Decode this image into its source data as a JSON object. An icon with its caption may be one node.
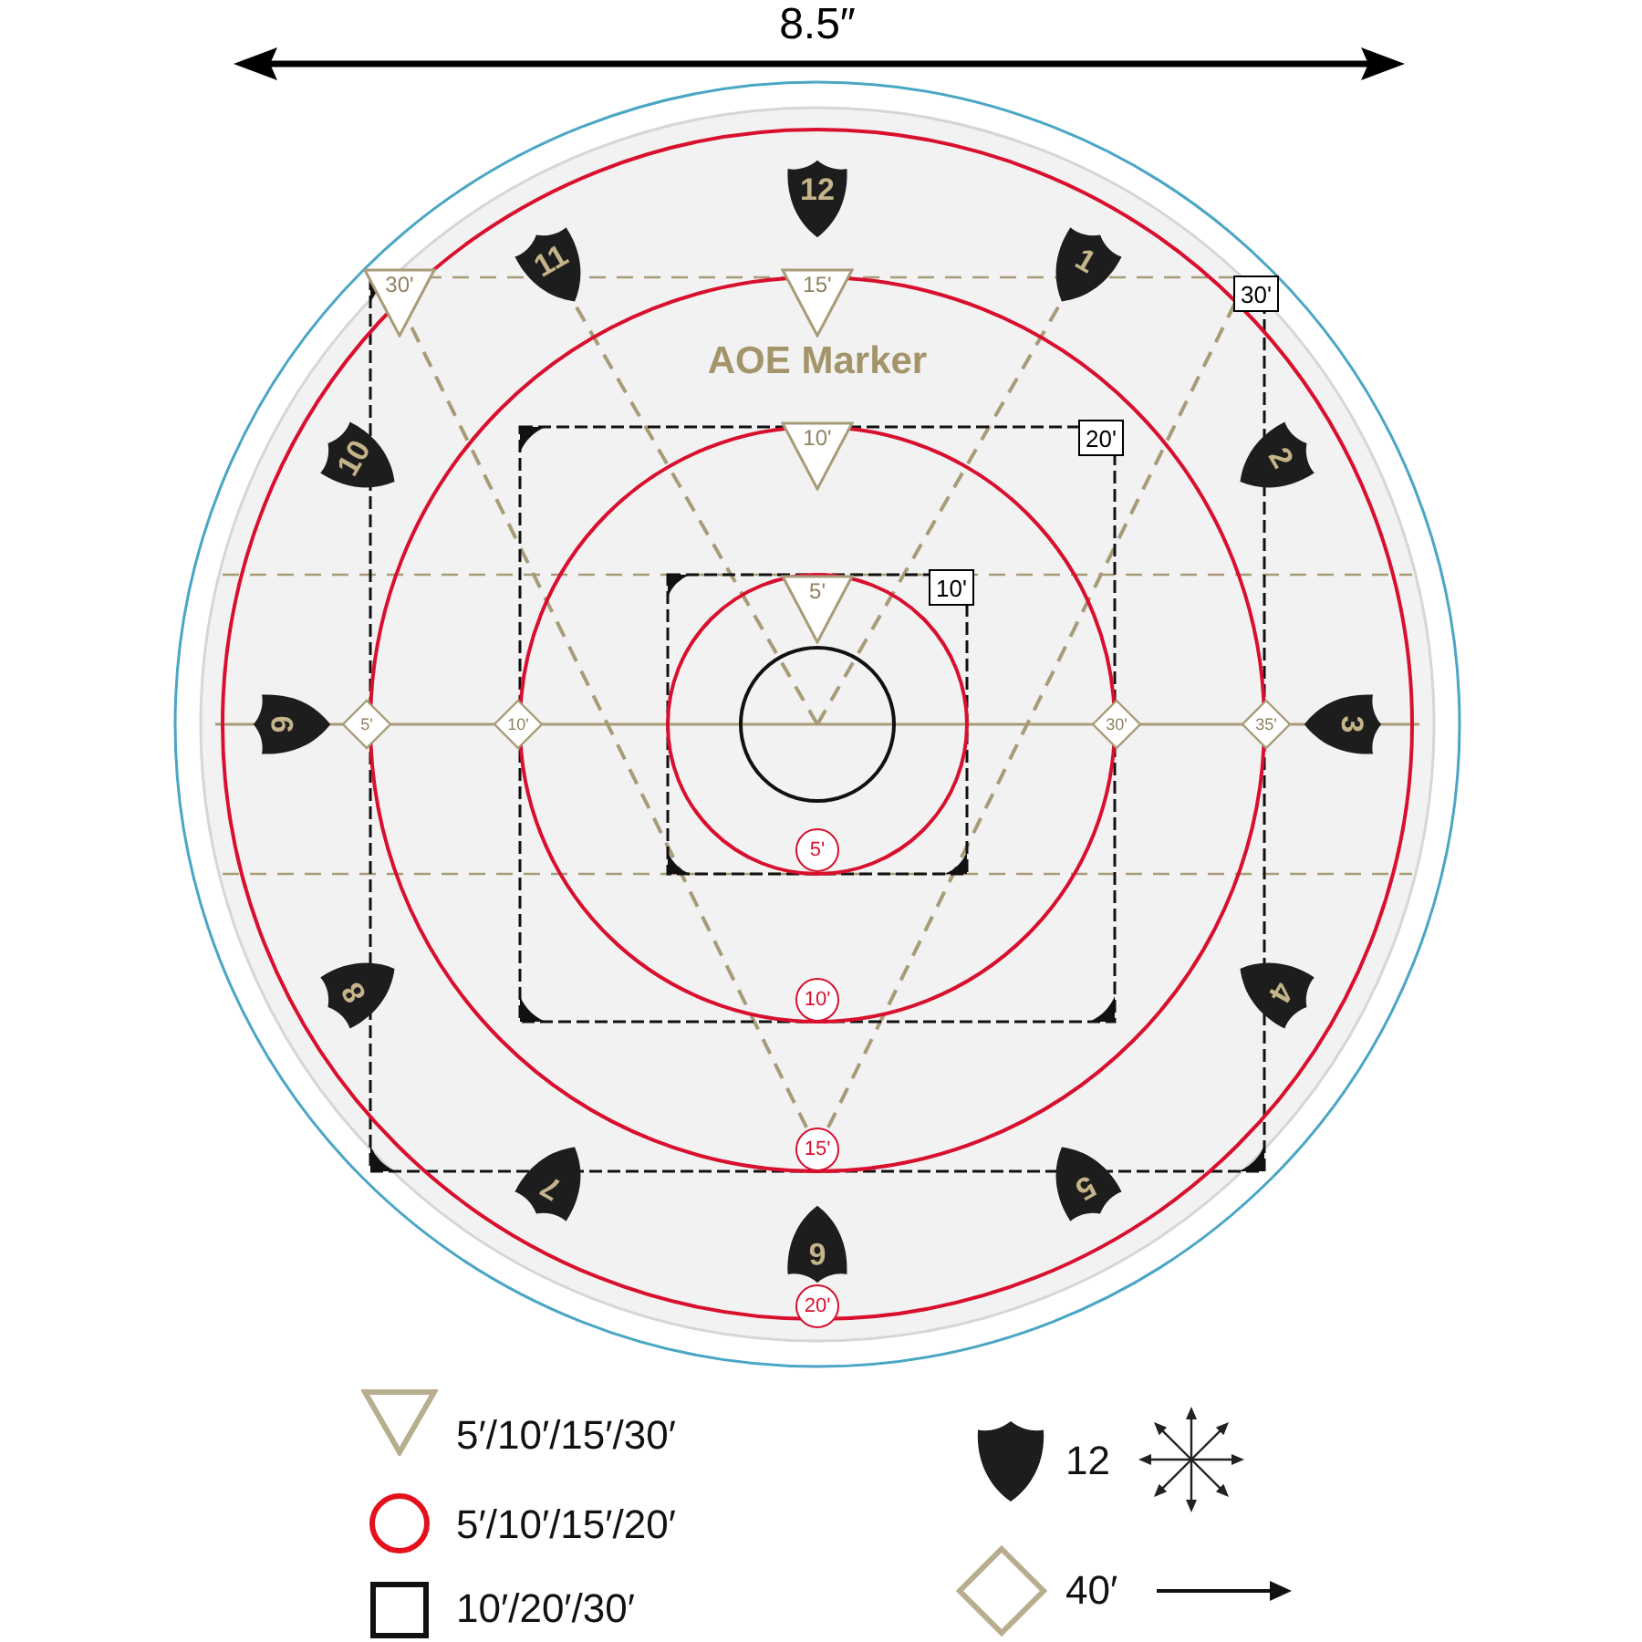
{
  "diagram": {
    "nodes": [
      {
        "text": [
          "12"
        ]
      },
      {
        "text": [
          "30'"
        ]
      },
      {
        "text": [
          "11"
        ]
      },
      {
        "text": [
          "15'"
        ]
      },
      {
        "text": [
          "1"
        ]
      },
      {
        "text": [
          "30'"
        ]
      },
      {
        "text": [
          "10"
        ]
      },
      {
        "text": [
          "10'"
        ]
      },
      {
        "text": [
          "20'"
        ]
      },
      {
        "text": [
          "2"
        ]
      },
      {
        "text": [
          "5'"
        ]
      },
      {
        "text": [
          "10'"
        ]
      },
      {
        "text": [
          "9"
        ]
      },
      {
        "text": [
          "5'"
        ]
      },
      {
        "text": [
          "10'"
        ]
      },
      {
        "text": [
          "30'"
        ]
      },
      {
        "text": [
          "35'"
        ]
      },
      {
        "text": [
          "3"
        ]
      },
      {
        "text": [
          "5'"
        ]
      },
      {
        "text": [
          "8"
        ]
      },
      {
        "text": [
          "10'"
        ]
      },
      {
        "text": [
          "4"
        ]
      },
      {
        "text": [
          "7"
        ]
      },
      {
        "text": [
          "15'"
        ]
      },
      {
        "text": [
          "5"
        ]
      },
      {
        "text": [
          "6"
        ]
      },
      {
        "text": [
          "20'"
        ]
      }
    ],
    "labels": [
      "8.5″",
      "AOE Marker"
    ],
    "legend": [
      {
        "text": "5′/10′/15′/30′"
      },
      {
        "text": "5′/10′/15′/20′"
      },
      {
        "text": "10′/20′/30′"
      },
      {
        "text": "12"
      },
      {
        "text": "40′"
      }
    ]
  }
}
